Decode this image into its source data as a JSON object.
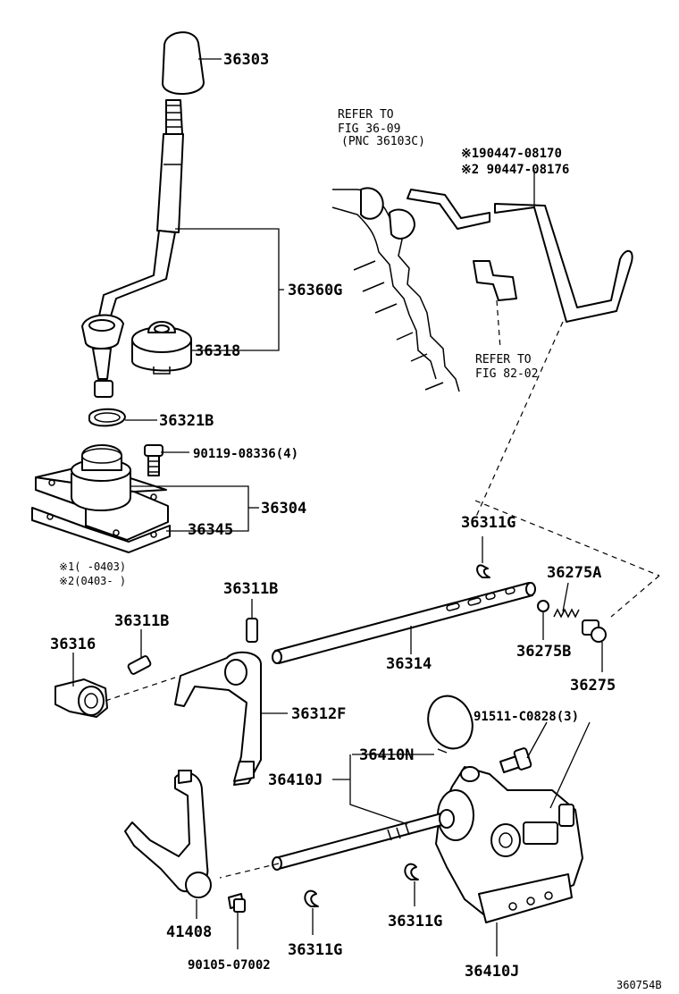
{
  "labels": {
    "p36303": "36303",
    "p36360G": "36360G",
    "p36318": "36318",
    "p36321B": "36321B",
    "p90119": "90119-08336(4)",
    "p36304": "36304",
    "p36345": "36345",
    "p36311G_top": "36311G",
    "p36275A": "36275A",
    "p36311B_a": "36311B",
    "p36311B_b": "36311B",
    "p36316": "36316",
    "p36314": "36314",
    "p36275B": "36275B",
    "p36275": "36275",
    "p36312F": "36312F",
    "p91511": "91511-C0828(3)",
    "p36410N": "36410N",
    "p36410J_a": "36410J",
    "p41408": "41408",
    "p36311G_b": "36311G",
    "p36311G_c": "36311G",
    "p36410J_b": "36410J",
    "p90105": "90105-07002",
    "p90447a": "※190447-08170",
    "p90447b": "※2 90447-08176"
  },
  "refs": {
    "ref1_line1": "REFER TO",
    "ref1_line2": "FIG 36-09",
    "ref1_line3": "(PNC 36103C)",
    "ref2_line1": "REFER TO",
    "ref2_line2": "FIG 82-02"
  },
  "notes": {
    "note1": "※1(    -0403)",
    "note2": "※2(0403-    )"
  },
  "figure_code": "360754B"
}
